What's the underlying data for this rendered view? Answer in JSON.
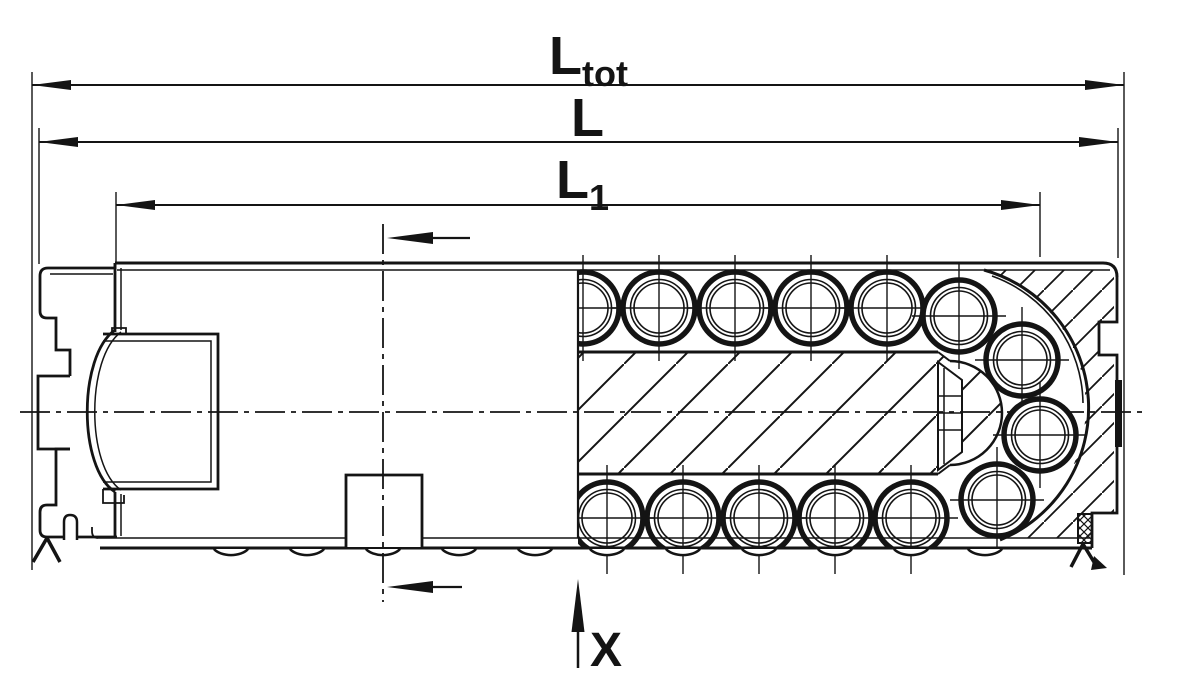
{
  "labels": {
    "dim_total": {
      "base": "L",
      "sub": "tot"
    },
    "dim_overall": {
      "base": "L",
      "sub": ""
    },
    "dim_inner": {
      "base": "L",
      "sub": "1"
    },
    "section_marker": "X"
  },
  "colors": {
    "ink": "#141414",
    "paper": "#ffffff"
  }
}
